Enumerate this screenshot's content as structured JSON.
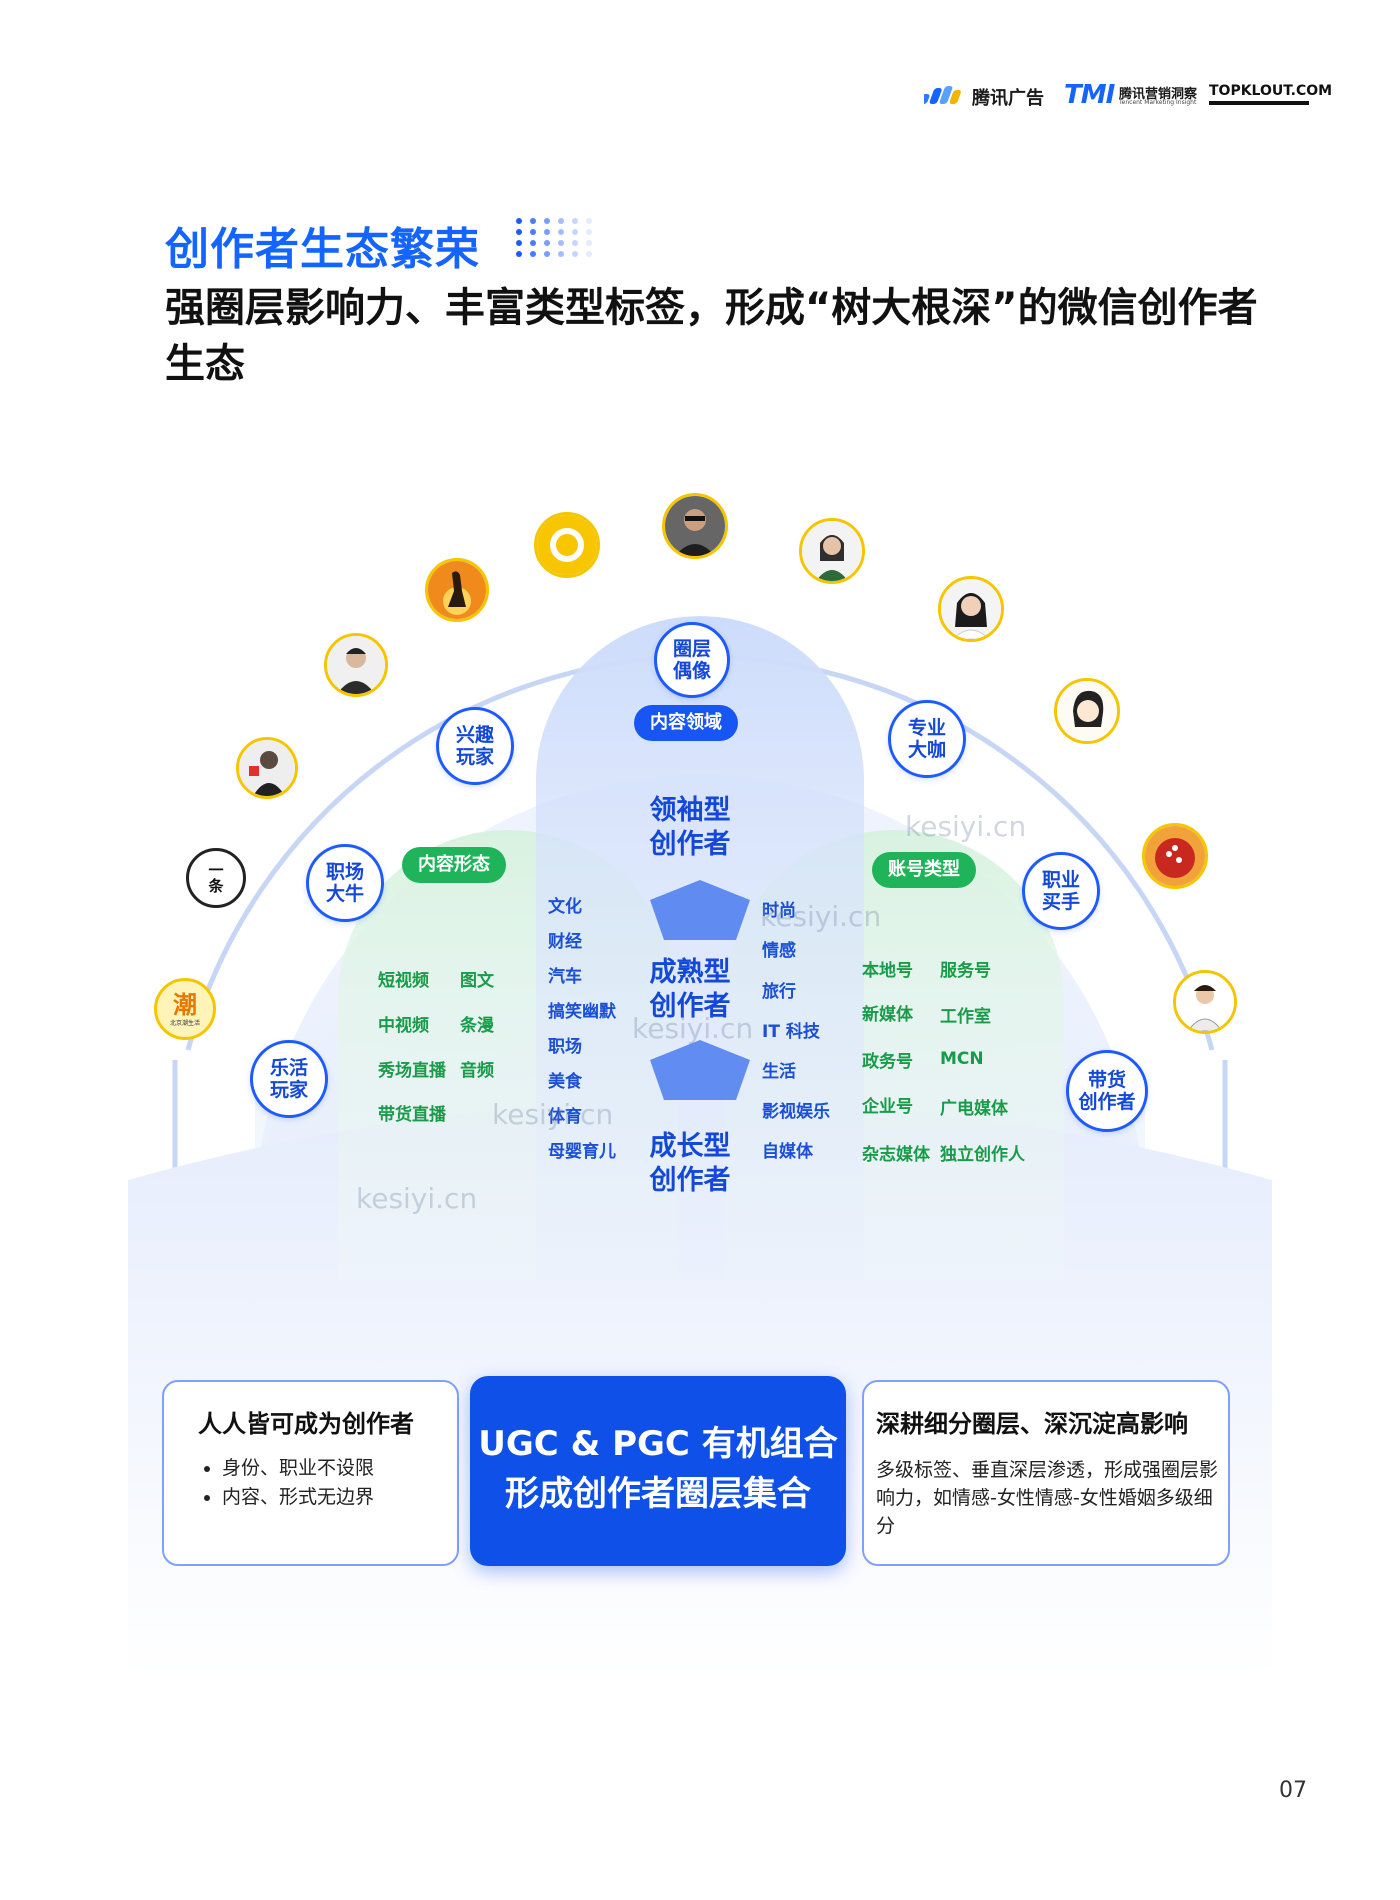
{
  "header": {
    "logo_tencent_ads": "腾讯广告",
    "logo_tmi": "TMI",
    "logo_tmi_cn": "腾讯营销洞察",
    "logo_tmi_en": "Tencent Marketing Insight",
    "logo_topklout": "TOPKLOUT.COM"
  },
  "title": "创作者生态繁荣",
  "subtitle": "强圈层影响力、丰富类型标签，形成“树大根深”的微信创作者生态",
  "diagram": {
    "ring_nodes": {
      "quan_ceng": "圈层\n偶像",
      "xing_qu": "兴趣\n玩家",
      "zhuan_ye": "专业\n大咖",
      "zhi_chang": "职场\n大牛",
      "zhi_ye": "职业\n买手",
      "le_huo": "乐活\n玩家",
      "dai_huo": "带货\n创作者"
    },
    "pills": {
      "content_domain": "内容领域",
      "content_form": "内容形态",
      "account_type": "账号类型"
    },
    "tiers": {
      "leader": "领袖型\n创作者",
      "mature": "成熟型\n创作者",
      "growth": "成长型\n创作者"
    },
    "content_forms": [
      "短视频",
      "图文",
      "中视频",
      "条漫",
      "秀场直播",
      "音频",
      "带货直播"
    ],
    "domains_left": [
      "文化",
      "财经",
      "汽车",
      "搞笑幽默",
      "职场",
      "美食",
      "体育",
      "母婴育儿"
    ],
    "domains_right": [
      "时尚",
      "情感",
      "旅行",
      "IT 科技",
      "生活",
      "影视娱乐",
      "自媒体"
    ],
    "account_types": [
      "本地号",
      "服务号",
      "新媒体",
      "工作室",
      "政务号",
      "MCN",
      "企业号",
      "广电媒体",
      "杂志媒体",
      "独立创作人"
    ],
    "avatar_texts": {
      "yitiao": "一\n条",
      "chao": "潮",
      "chao_sub": "北京潮生活"
    },
    "watermark": "kesiyi.cn"
  },
  "cards": {
    "left": {
      "title": "人人皆可成为创作者",
      "bullets": [
        "身份、职业不设限",
        "内容、形式无边界"
      ]
    },
    "center": {
      "line1": "UGC & PGC 有机组合",
      "line2": "形成创作者圈层集合"
    },
    "right": {
      "title": "深耕细分圈层、深沉淀高影响",
      "text": "多级标签、垂直深层渗透，形成强圈层影响力，如情感-女性情感-女性婚姻多级细分"
    }
  },
  "page_number": "07",
  "colors": {
    "primary_blue": "#1465ff",
    "pill_green": "#20b45a",
    "card_blue": "#0f50e8",
    "avatar_border": "#f5c500"
  }
}
